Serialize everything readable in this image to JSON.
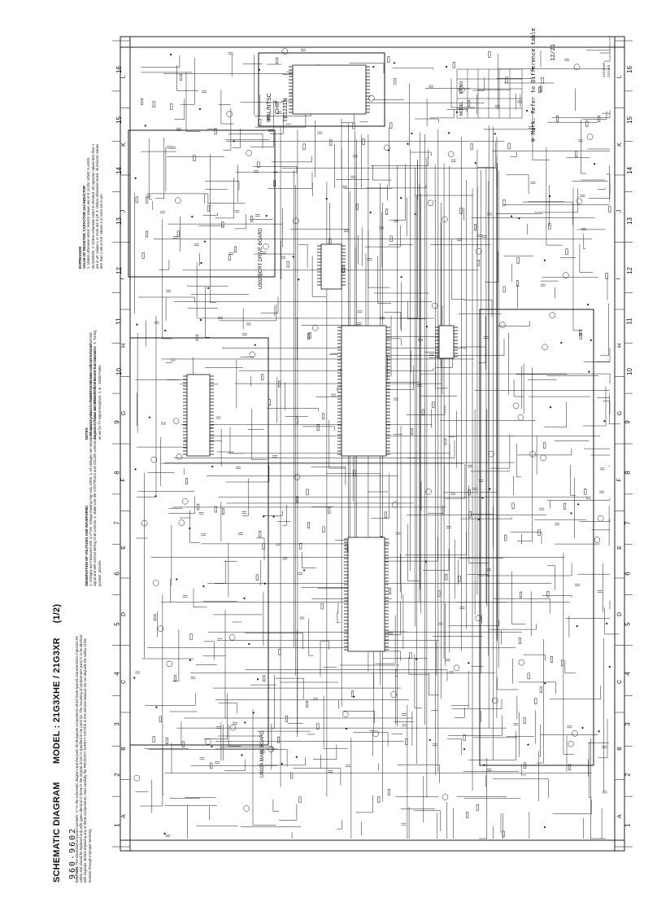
{
  "title": {
    "heading": "SCHEMATIC DIAGRAM",
    "model": "MODEL : 21G3XHE / 21G3XR",
    "sheet": "(1/2)"
  },
  "code": "960-9602",
  "caution": {
    "lead": "CAUTION:",
    "text": "The international hazard symbols \"⚠\" in the schematic diagram and the parts list designate components which have special characteristics important for safety and should be replaced only with types identical to those in the original circuit or specified in the parts list. The mounting of replacement parts is to be identical with originals. Before replacing any of these components, read carefully the PRODUCT SAFETY NOTICE in this Service Manual. Do not degrade the safety of the receiver through improper servicing."
  },
  "observation": {
    "heading": "OBSERVATION OF VOLTAGES AND WAVEFORMS",
    "text": "1. Voltages are measured with a VTVM. Voltage reading may vary ±20%. 2. All voltages are measured against ground. 3. Waveforms are taken with normal color signal and with normal setting of all controls. 4. Make sure the CONTROLS and COLOR controls are at mid position and BRIGHTNESS control is at maximum position. pictures."
  },
  "notes": {
    "heading": "NOTES:",
    "text": "1. Resistance value of a marked transformer is shown in this schematic diagram. 2. These are measured for reference from the switch. 3. Tuning as set for TV signal reception. 4. ⊕ : Solder holes."
  },
  "expression": {
    "heading": "EXPRESSION",
    "subheading": "VALUE OF RESISTOR, CAPACITOR and INDUCTOR",
    "text": "1. Unless otherwise noted, resistor values are in Ω (1/4W, 1/6W); K=1000, M=1000000. 2. Unless otherwise noted in uF/rated, all capacitor values less than 1 are in uF, values 1 or more are in pF. 3. Unless otherwise noted, all inductor values less than 1 are in mH, values 1 or more are in uH."
  },
  "grid": {
    "letters_left": [
      "A",
      "B",
      "C",
      "D",
      "E",
      "F",
      "G",
      "H",
      "I",
      "J",
      "K",
      "L"
    ],
    "letters_right": [
      "A",
      "B",
      "C",
      "D",
      "E",
      "F",
      "G",
      "H",
      "I",
      "J",
      "K",
      "L"
    ],
    "numbers": [
      "1",
      "2",
      "3",
      "4",
      "5",
      "6",
      "7",
      "8",
      "9",
      "10",
      "11",
      "12",
      "13",
      "14",
      "15",
      "16"
    ]
  },
  "boards": {
    "main": "U802A MAIN BOARD",
    "crt": "U902B CRT DRIVE BOARD"
  },
  "chip": {
    "line1": "PAL/NTSC",
    "line2": "CHIP",
    "line3": "TB1231N",
    "line4": "659"
  },
  "remark": "※ Mark: Refer to Difference table",
  "revision": "12/21",
  "table_heading": [
    "MODEL",
    "FB NO."
  ],
  "corner_tags": [
    "21G3XHE",
    "21G3XR"
  ],
  "colors": {
    "ink": "#1a1a1a",
    "paper": "#ffffff",
    "frame": "#222222"
  }
}
